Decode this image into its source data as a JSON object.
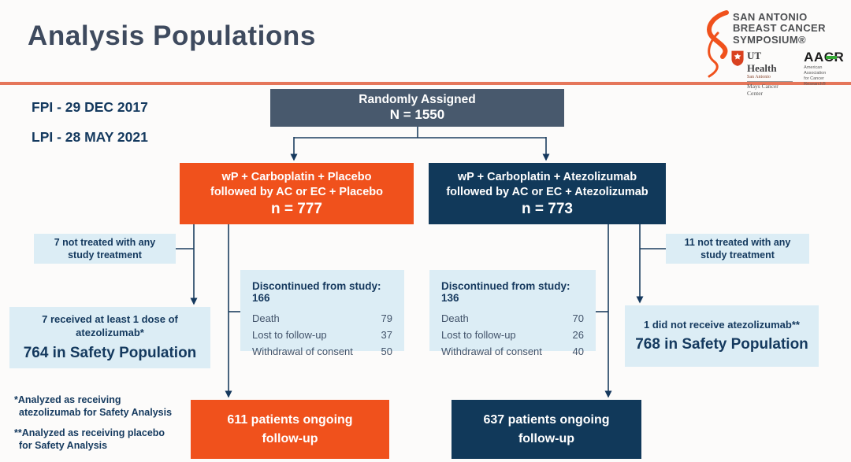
{
  "header": {
    "title": "Analysis Populations",
    "logo": {
      "line1": "SAN ANTONIO",
      "line2": "BREAST CANCER",
      "line3": "SYMPOSIUM®",
      "ut_name": "UT Health",
      "ut_sub": "San Antonio",
      "ut_center": "Mays Cancer Center",
      "aacr": "AACR",
      "aacr_sub1": "American Association",
      "aacr_sub2": "for Cancer Research®"
    }
  },
  "dates": {
    "fpi": "FPI - 29 DEC 2017",
    "lpi": "LPI - 28 MAY 2021"
  },
  "flow": {
    "randomized": {
      "line1": "Randomly Assigned",
      "line2": "N = 1550"
    },
    "arm_placebo": {
      "line1": "wP + Carboplatin + Placebo",
      "line2": "followed by AC or EC + Placebo",
      "n": "n = 777"
    },
    "arm_atezolizumab": {
      "line1": "wP + Carboplatin + Atezolizumab",
      "line2": "followed by AC or EC + Atezolizumab",
      "n": "n = 773"
    },
    "not_treated_left": {
      "line1": "7 not treated with any",
      "line2": "study treatment"
    },
    "not_treated_right": {
      "line1": "11 not treated with any",
      "line2": "study treatment"
    },
    "safety_left": {
      "small1": "7 received at least 1 dose of",
      "small2": "atezolizumab*",
      "main": "764 in Safety Population"
    },
    "safety_right": {
      "small1": "1 did not receive atezolizumab**",
      "main": "768 in Safety Population"
    },
    "discontinued_left": {
      "title": "Discontinued from study: 166",
      "rows": [
        {
          "label": "Death",
          "value": "79"
        },
        {
          "label": "Lost to follow-up",
          "value": "37"
        },
        {
          "label": "Withdrawal of consent",
          "value": "50"
        }
      ]
    },
    "discontinued_right": {
      "title": "Discontinued from study: 136",
      "rows": [
        {
          "label": "Death",
          "value": "70"
        },
        {
          "label": "Lost to follow-up",
          "value": "26"
        },
        {
          "label": "Withdrawal of consent",
          "value": "40"
        }
      ]
    },
    "ongoing_left": {
      "line1": "611 patients ongoing",
      "line2": "follow-up"
    },
    "ongoing_right": {
      "line1": "637 patients ongoing",
      "line2": "follow-up"
    }
  },
  "footnotes": {
    "fn1_line1": "*Analyzed as receiving",
    "fn1_line2": "atezolizumab for Safety Analysis",
    "fn2_line1": "**Analyzed as receiving placebo",
    "fn2_line2": "for Safety Analysis"
  },
  "colors": {
    "orange": "#F0511C",
    "navy": "#11395A",
    "slate": "#48596D",
    "light_blue": "#DCEDF5",
    "divider": "#E5765A",
    "title_text": "#3E4A5E",
    "navy_text": "#14395E",
    "aacr_green": "#35A935"
  }
}
